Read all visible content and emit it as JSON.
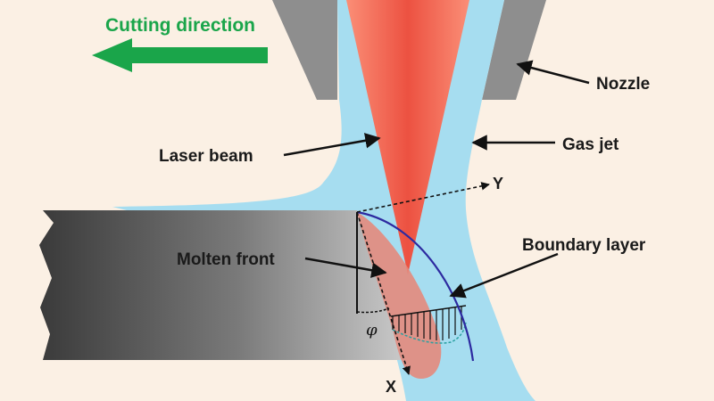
{
  "labels": {
    "cutting_direction": "Cutting direction",
    "nozzle": "Nozzle",
    "laser_beam": "Laser beam",
    "gas_jet": "Gas jet",
    "molten_front": "Molten front",
    "boundary_layer": "Boundary layer",
    "axis_y": "Y",
    "axis_x": "X",
    "angle": "φ"
  },
  "colors": {
    "background": "#fbf0e4",
    "arrow_green": "#1aa54a",
    "gas_jet": "#a6ddf0",
    "laser": "#f04a38",
    "molten": "#e48a7c",
    "nozzle": "#8e8e8e",
    "boundary_curve": "#2d2aa0"
  }
}
